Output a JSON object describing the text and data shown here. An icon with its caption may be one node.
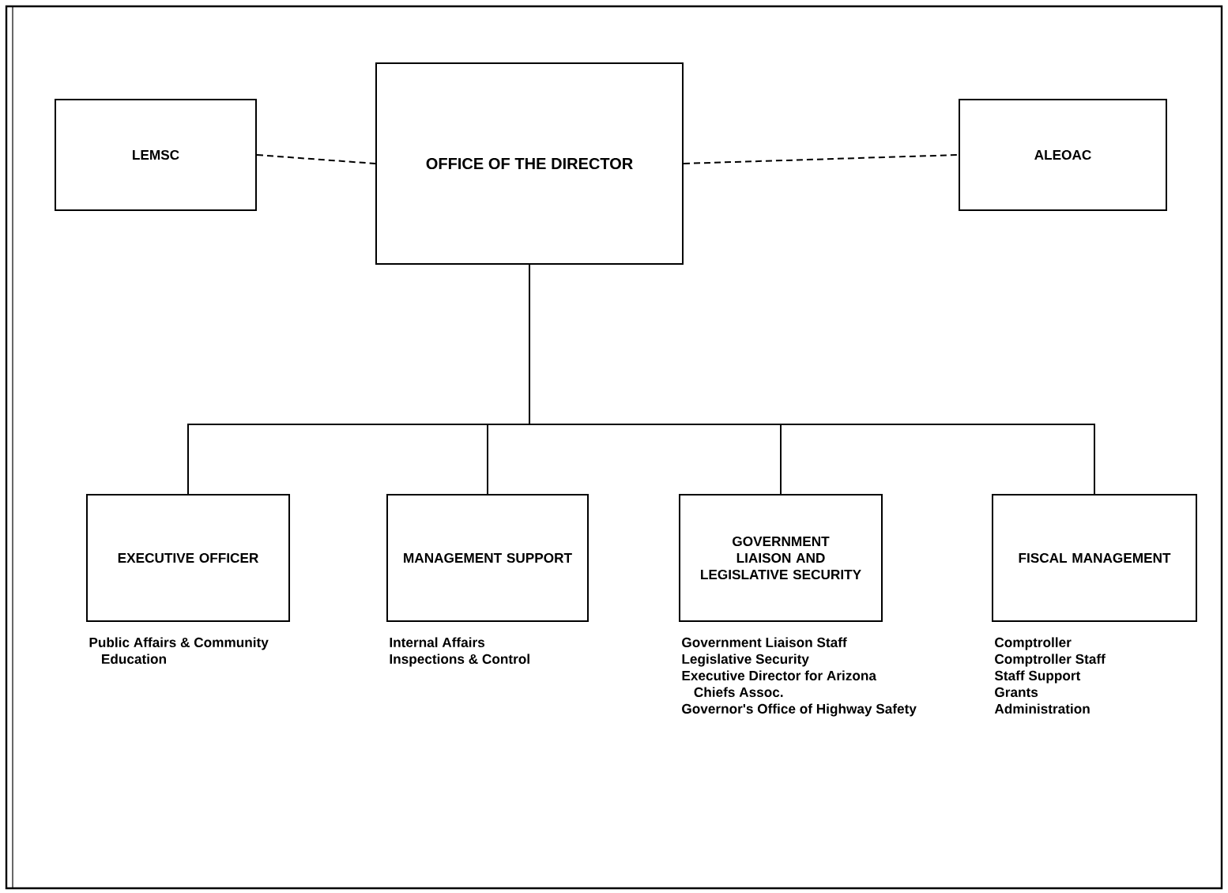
{
  "diagram": {
    "nodes": [
      {
        "text": [
          "LEMSC"
        ]
      },
      {
        "text": [
          "OFFICE OF THE DIRECTOR"
        ]
      },
      {
        "text": [
          "ALEOAC"
        ]
      },
      {
        "text": [
          "EXECUTIVE OFFICER"
        ],
        "beside": [
          "Public Affairs & Community Education"
        ]
      },
      {
        "text": [
          "MANAGEMENT SUPPORT"
        ],
        "beside": [
          "Internal Affairs",
          "Inspections & Control"
        ]
      },
      {
        "text": [
          "GOVERNMENT LIAISON AND LEGISLATIVE SECURITY"
        ],
        "beside": [
          "Government Liaison Staff",
          "Legislative Security",
          "Executive Director for Arizona Chiefs Assoc.",
          "Governor's Office of Highway Safety"
        ]
      },
      {
        "text": [
          "FISCAL MANAGEMENT"
        ],
        "beside": [
          "Comptroller",
          "Comptroller Staff",
          "Staff Support",
          "Grants",
          "Administration"
        ]
      }
    ],
    "edges": [
      {
        "from": 0,
        "to": 1,
        "arrow": "none",
        "style": "dashed"
      },
      {
        "from": 1,
        "to": 2,
        "arrow": "none",
        "style": "dashed"
      },
      {
        "from": 1,
        "to": 3,
        "arrow": "none"
      },
      {
        "from": 1,
        "to": 4,
        "arrow": "none"
      },
      {
        "from": 1,
        "to": 5,
        "arrow": "none"
      },
      {
        "from": 1,
        "to": 6,
        "arrow": "none"
      }
    ]
  }
}
